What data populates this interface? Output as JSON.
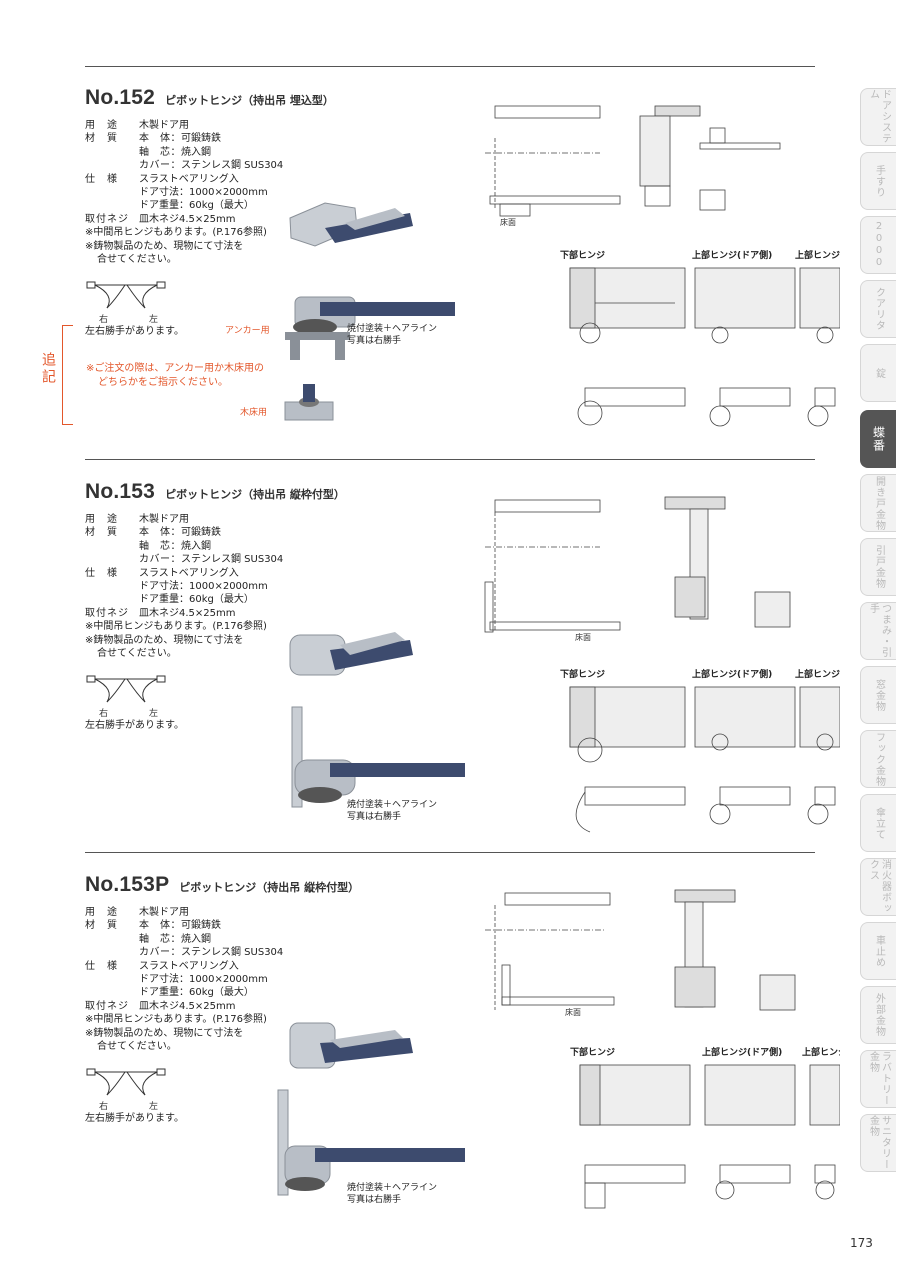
{
  "sections": [
    {
      "model": "No.152",
      "subtitle": "ピボットヒンジ（持出吊 埋込型）",
      "specs": {
        "use_label": "用　途",
        "use": "木製ドア用",
        "material_label": "材　質",
        "body_label": "本　体：",
        "body": "可鍛鋳鉄",
        "shaft_label": "軸　芯：",
        "shaft": "焼入鋼",
        "cover_label": "カバー：",
        "cover": "ステンレス鋼 SUS304",
        "spec_label": "仕　様",
        "spec1": "スラストベアリング入",
        "door_size": "ドア寸法：1000×2000mm",
        "door_weight": "ドア重量：60kg（最大）",
        "screw_label": "取付ネジ",
        "screw": "皿木ネジ4.5×25mm",
        "note1": "※中間吊ヒンジもあります。(P.176参照)",
        "note2": "※鋳物製品のため、現物にて寸法を",
        "note3": "合せてください。"
      },
      "swing_right": "右",
      "swing_left": "左",
      "hand_note": "左右勝手があります。",
      "captions": {
        "anchor": "アンカー用",
        "wood": "木床用",
        "finish": "焼付塗装＋ヘアライン",
        "photo": "写真は右勝手"
      },
      "drawing_labels": {
        "bottom": "下部ヒンジ",
        "top_door": "上部ヒンジ(ドア側)",
        "top_frame": "上部ヒンジ(枠側)",
        "floor": "床面"
      }
    },
    {
      "model": "No.153",
      "subtitle": "ピボットヒンジ（持出吊 縦枠付型）",
      "specs": {
        "use_label": "用　途",
        "use": "木製ドア用",
        "material_label": "材　質",
        "body_label": "本　体：",
        "body": "可鍛鋳鉄",
        "shaft_label": "軸　芯：",
        "shaft": "焼入鋼",
        "cover_label": "カバー：",
        "cover": "ステンレス鋼 SUS304",
        "spec_label": "仕　様",
        "spec1": "スラストベアリング入",
        "door_size": "ドア寸法：1000×2000mm",
        "door_weight": "ドア重量：60kg（最大）",
        "screw_label": "取付ネジ",
        "screw": "皿木ネジ4.5×25mm",
        "note1": "※中間吊ヒンジもあります。(P.176参照)",
        "note2": "※鋳物製品のため、現物にて寸法を",
        "note3": "合せてください。"
      },
      "swing_right": "右",
      "swing_left": "左",
      "hand_note": "左右勝手があります。",
      "captions": {
        "finish": "焼付塗装＋ヘアライン",
        "photo": "写真は右勝手"
      },
      "drawing_labels": {
        "bottom": "下部ヒンジ",
        "top_door": "上部ヒンジ(ドア側)",
        "top_frame": "上部ヒンジ(枠側)",
        "floor": "床面"
      }
    },
    {
      "model": "No.153P",
      "subtitle": "ピボットヒンジ（持出吊 縦枠付型）",
      "specs": {
        "use_label": "用　途",
        "use": "木製ドア用",
        "material_label": "材　質",
        "body_label": "本　体：",
        "body": "可鍛鋳鉄",
        "shaft_label": "軸　芯：",
        "shaft": "焼入鋼",
        "cover_label": "カバー：",
        "cover": "ステンレス鋼 SUS304",
        "spec_label": "仕　様",
        "spec1": "スラストベアリング入",
        "door_size": "ドア寸法：1000×2000mm",
        "door_weight": "ドア重量：60kg（最大）",
        "screw_label": "取付ネジ",
        "screw": "皿木ネジ4.5×25mm",
        "note1": "※中間吊ヒンジもあります。(P.176参照)",
        "note2": "※鋳物製品のため、現物にて寸法を",
        "note3": "合せてください。"
      },
      "swing_right": "右",
      "swing_left": "左",
      "hand_note": "左右勝手があります。",
      "captions": {
        "finish": "焼付塗装＋ヘアライン",
        "photo": "写真は右勝手"
      },
      "drawing_labels": {
        "bottom": "下部ヒンジ",
        "top_door": "上部ヒンジ(ドア側)",
        "top_frame": "上部ヒンジ(枠側)",
        "floor": "床面"
      }
    }
  ],
  "addendum": {
    "mark": "追記",
    "line1": "※ご注文の際は、アンカー用か木床用の",
    "line2": "どちらかをご指示ください。"
  },
  "tabs": [
    {
      "label": "ドアシステム"
    },
    {
      "label": "手すり"
    },
    {
      "label": "2000"
    },
    {
      "label": "クアリタ"
    },
    {
      "label": "錠"
    },
    {
      "label": "蝶番"
    },
    {
      "label": "開き戸金物"
    },
    {
      "label": "引戸金物"
    },
    {
      "label": "つまみ・引手"
    },
    {
      "label": "窓金物"
    },
    {
      "label": "フック金物"
    },
    {
      "label": "傘立て"
    },
    {
      "label": "消火器ボックス"
    },
    {
      "label": "車止め"
    },
    {
      "label": "外部金物"
    },
    {
      "label": "ラバトリー金物"
    },
    {
      "label": "サニタリー金物"
    }
  ],
  "page_number": "173",
  "colors": {
    "accent": "#e3572b",
    "tab_active": "#555555",
    "steel": "#b8bec6",
    "navy": "#3d4b6e"
  }
}
